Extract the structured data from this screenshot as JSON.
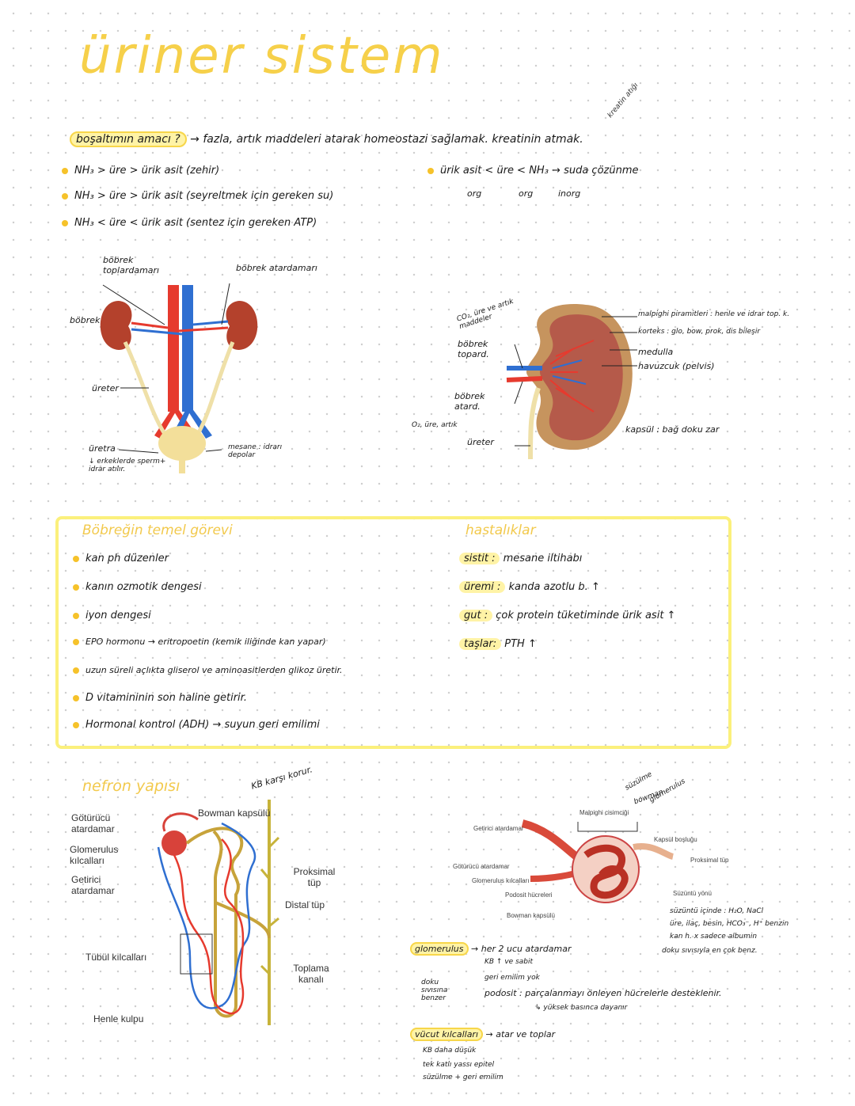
{
  "title": "üriner sistem",
  "intro": {
    "question": "boşaltımın amacı ?",
    "answer": "→ fazla, artık maddeleri atarak homeostazi sağlamak. kreatinin atmak.",
    "creatin_note": "kreatin atığı",
    "lines": [
      "NH₃ > üre > ürik asit (zehir)",
      "NH₃ > üre > ürik asit (seyreltmek için gereken su)",
      "NH₃ < üre < ürik asit (sentez için gereken ATP)"
    ],
    "solubility": "ürik asit < üre < NH₃ → suda çözünme",
    "types": [
      "org",
      "org",
      "inorg"
    ]
  },
  "diagram1": {
    "labels": {
      "vein": "böbrek toplardamarı",
      "artery": "böbrek atardamarı",
      "kidney": "böbrek",
      "ureter": "üreter",
      "urethra": "üretra",
      "urethra_note": "↓ erkeklerde sperm+ idrar atılır.",
      "bladder": "mesane : idrarı depolar"
    }
  },
  "diagram2": {
    "labels": {
      "co2": "CO₂, üre ve artık maddeler",
      "vein": "böbrek topard.",
      "artery": "böbrek atard.",
      "o2": "O₂, üre, artık",
      "ureter": "üreter",
      "pyramids": "malpighi piramitleri : henle ve idrar top. k.",
      "cortex": "korteks : glo, bow, prok, dis bileşir",
      "medulla": "medulla",
      "pelvis": "havuzcuk (pelvis)",
      "capsule": "kapsül : bağ doku zar"
    }
  },
  "function_box": {
    "heading": "Böbreğin temel görevi",
    "items": [
      "kan ph düzenler",
      "kanın ozmotik dengesi",
      "iyon dengesi",
      "EPO hormonu → eritropoetin (kemik iliğinde kan yapar)",
      "uzun süreli açlıkta gliserol ve aminoasitlerden glikoz üretir.",
      "D vitamininin son haline getirir.",
      "Hormonal kontrol (ADH) → suyun geri emilimi"
    ],
    "disease_heading": "hastalıklar",
    "diseases": [
      {
        "term": "sistit :",
        "desc": "mesane iltihabı"
      },
      {
        "term": "üremi :",
        "desc": "kanda azotlu b. ↑"
      },
      {
        "term": "gut :",
        "desc": "çok protein tüketiminde ürik asit ↑"
      },
      {
        "term": "taşlar:",
        "desc": "PTH ↑"
      }
    ]
  },
  "nephron": {
    "heading": "nefron yapısı",
    "kb_note": "KB karşı korur.",
    "labels": {
      "efferent": "Götürücü atardamar",
      "glomerulus": "Glomerulus kılcalları",
      "afferent": "Getirici atardamar",
      "bowman": "Bowman kapsülü",
      "proximal": "Proksimal tüp",
      "distal": "Distal tüp",
      "tubule_caps": "Tübül kılcalları",
      "collecting": "Toplama kanalı",
      "henle": "Henle kulpu"
    }
  },
  "malpighi": {
    "labels": {
      "title": "Malpighi cisimciği",
      "afferent": "Getirici atardamar",
      "efferent": "Götürücü atardamar",
      "glom_caps": "Glomerulus kılcalları",
      "podocyte": "Podosit hücreleri",
      "bowman": "Bowman kapsülü",
      "capsule_space": "Kapsül boşluğu",
      "proximal": "Proksimal tüp",
      "filtrate_dir": "Süzüntü yönü"
    },
    "handwritten": {
      "filtration": "süzülme",
      "bowman": "bowman",
      "glomerulus": "glomerulus",
      "filtrate": "süzüntü içinde : H₂O, NaCl",
      "filtrate2": "üre, ilaç, besin, HCO₃⁻, H⁺ benzin",
      "filtrate3": "kan h. x sadece albumin",
      "tissue": "doku sıvısıyla en çok benz."
    },
    "notes": {
      "glom_term": "glomerulus",
      "glom_desc": "→ her 2 ucu atardamar",
      "glom_desc2": "KB ↑ ve sabit",
      "glom_desc3": "geri emilim yok",
      "tissue_note": "doku sıvısına benzer",
      "podocyte": "podosit : parçalanmayı önleyen hücrelerle desteklenir.",
      "podocyte2": "↳ yüksek basınca dayanır",
      "body_caps": "vücut kılcalları",
      "body_caps_desc": "→ atar ve toplar",
      "body_caps2": "KB daha düşük",
      "body_caps3": "tek katlı yassı epitel",
      "body_caps4": "süzülme + geri emilim"
    }
  },
  "colors": {
    "title": "#f6d04a",
    "highlight": "#fff3a6",
    "box_border": "#fbf07c",
    "artery": "#e63a2e",
    "vein": "#2f6fd1",
    "kidney": "#b4412c",
    "bladder": "#f3df9a"
  }
}
